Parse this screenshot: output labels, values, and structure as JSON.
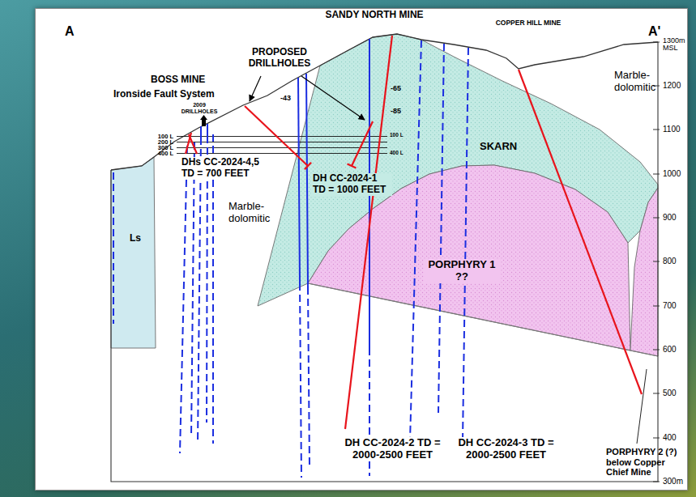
{
  "diagram": {
    "labels": [
      "A",
      "PROPOSED DRILLHOLES",
      "SANDY NORTH MINE",
      "COPPER HILL MINE",
      "A'",
      "1300m MSL",
      "BOSS MINE",
      "Ironside Fault System",
      "Marble-dolomitic",
      "1200",
      "2009 DRILLHOLES",
      "-43",
      "-65",
      "-85",
      "1100",
      "100 L",
      "200 L",
      "300 L",
      "400 L",
      "100 L",
      "400 L",
      "SKARN",
      "DHs CC-2024-4,5 TD = 700 FEET",
      "DH CC-2024-1 TD = 1000 FEET",
      "1000",
      "Ls",
      "Marble-dolomitic",
      "900",
      "PORPHYRY 1 ??",
      "800",
      "700",
      "600",
      "500",
      "DH CC-2024-2 TD = 2000-2500 FEET",
      "DH CC-2024-3 TD = 2000-2500 FEET",
      "400",
      "PORPHYRY 2 (?) below Copper Chief Mine",
      "300m"
    ]
  }
}
